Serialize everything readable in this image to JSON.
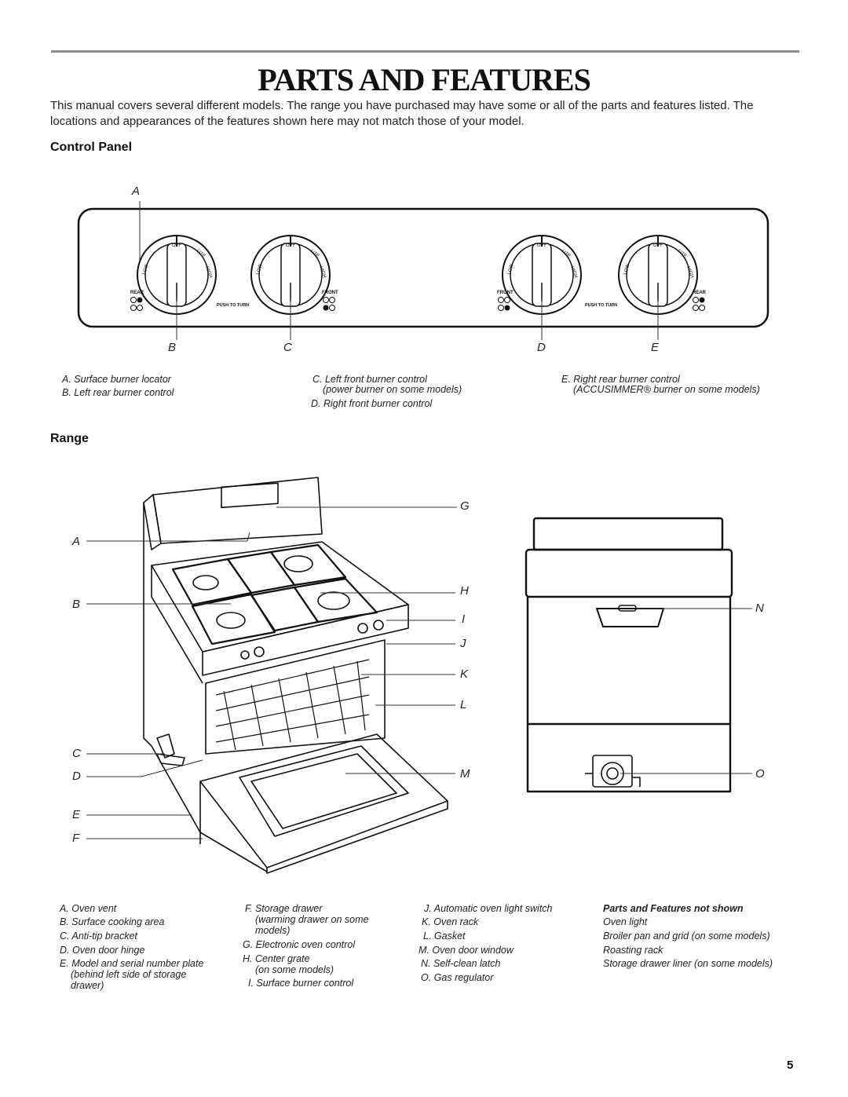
{
  "title": "Parts and Features",
  "intro": "This manual covers several different models. The range you have purchased may have some or all of the parts and features listed. The locations and appearances of the features shown here may not match those of your model.",
  "control_panel": {
    "heading": "Control Panel",
    "callouts": {
      "A": "A",
      "B": "B",
      "C": "C",
      "D": "D",
      "E": "E"
    },
    "knob_labels": {
      "off": "OFF",
      "low": "LOW",
      "lite": "LITE",
      "high": "HIGH"
    },
    "panel_text": {
      "rear": "REAR",
      "front": "FRONT",
      "push_to_turn": "PUSH TO TURN"
    },
    "captions": [
      "A. Surface burner locator",
      "B. Left rear burner control",
      "C. Left front burner control",
      "(power burner on some models)",
      "D. Right front burner control",
      "E. Right rear burner control",
      "(ACCUSIMMER® burner on some models)"
    ]
  },
  "range": {
    "heading": "Range",
    "callouts": {
      "A": "A",
      "B": "B",
      "C": "C",
      "D": "D",
      "E": "E",
      "F": "F",
      "G": "G",
      "H": "H",
      "I": "I",
      "J": "J",
      "K": "K",
      "L": "L",
      "M": "M",
      "N": "N",
      "O": "O"
    },
    "captions": {
      "col1": [
        "A. Oven vent",
        "B. Surface cooking area",
        "C. Anti-tip bracket",
        "D. Oven door hinge",
        "E. Model and serial number plate",
        "(behind left side of storage",
        "drawer)"
      ],
      "col2": [
        "F. Storage drawer",
        "(warming drawer on some",
        "models)",
        "G. Electronic oven control",
        "H. Center grate",
        "(on some models)",
        "I. Surface burner control"
      ],
      "col3": [
        "J. Automatic oven light switch",
        "K. Oven rack",
        "L. Gasket",
        "M. Oven door window",
        "N. Self-clean latch",
        "O. Gas regulator"
      ],
      "col4_heading": "Parts and Features not shown",
      "col4": [
        "Oven light",
        "Broiler pan and grid (on some models)",
        "Roasting rack",
        "Storage drawer liner (on some models)"
      ]
    }
  },
  "page_number": "5"
}
